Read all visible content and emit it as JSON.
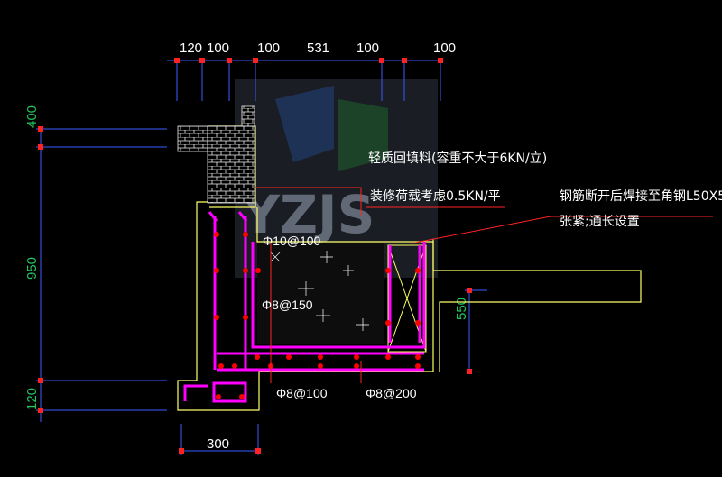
{
  "top_dimensions": [
    "120",
    "100",
    "100",
    "531",
    "100",
    "100"
  ],
  "left_dimensions": [
    "400",
    "950",
    "120"
  ],
  "right_dimension": "550",
  "bottom_dimension": "300",
  "notes": {
    "backfill": "轻质回填料(容重不大于6KN/立)",
    "decoration_load": "装修荷载考虑0.5KN/平",
    "steel_line1": "钢筋断开后焊接至角钢L50X5",
    "steel_line2": "张紧;通长设置"
  },
  "rebar_labels": {
    "wall_top": "Φ10@100",
    "wall_mid": "Φ8@150",
    "bottom_left": "Φ8@100",
    "bottom_right": "Φ8@200"
  },
  "watermark": {
    "text": "YZJS"
  },
  "colors": {
    "background": "#000000",
    "rebar": "#ff00ff",
    "rebar_points": "#ff0000",
    "outline": "#ffff66",
    "leader": "#ff2222",
    "dim_text_horizontal": "#ffffff",
    "dim_text_vertical": "#22c55e",
    "dim_lines": "#3b5bff"
  }
}
